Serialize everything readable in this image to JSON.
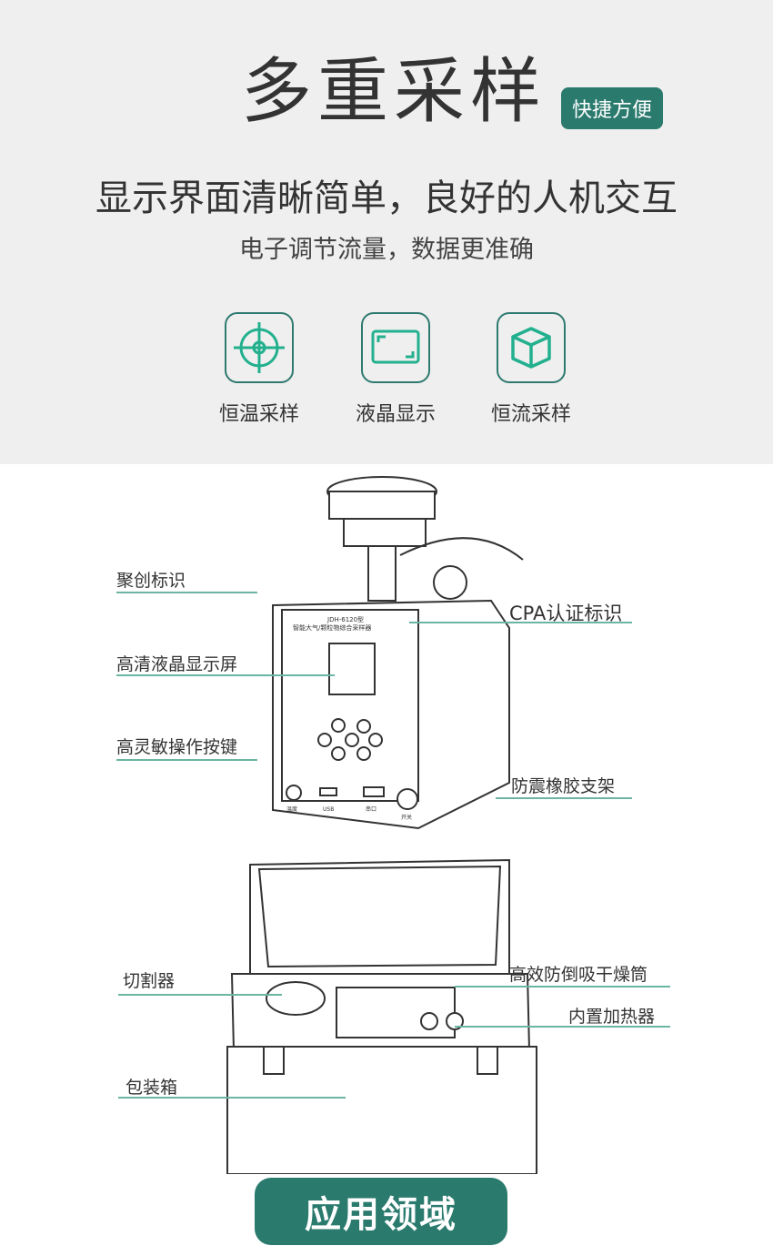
{
  "header": {
    "title": "多重采样",
    "badge": "快捷方便",
    "subtitle": "显示界面清晰简单，良好的人机交互",
    "tagline": "电子调节流量，数据更准确"
  },
  "features": [
    {
      "label": "恒温采样",
      "icon": "crosshair-icon"
    },
    {
      "label": "液晶显示",
      "icon": "screen-icon"
    },
    {
      "label": "恒流采样",
      "icon": "cube-icon"
    }
  ],
  "device": {
    "model": "JDH-6120型",
    "name": "智能大气/颗粒物综合采样器",
    "ports": [
      "温度",
      "USB",
      "串口",
      "开关"
    ]
  },
  "callouts": {
    "logo": "聚创标识",
    "lcd": "高清液晶显示屏",
    "keys": "高灵敏操作按键",
    "cpa": "CPA认证标识",
    "rubber": "防震橡胶支架",
    "cutter": "切割器",
    "dryer": "高效防倒吸干燥筒",
    "heater": "内置加热器",
    "case": "包装箱"
  },
  "footer": {
    "button": "应用领域"
  },
  "colors": {
    "accent": "#2a7a6e",
    "line": "#6ab6a3"
  }
}
